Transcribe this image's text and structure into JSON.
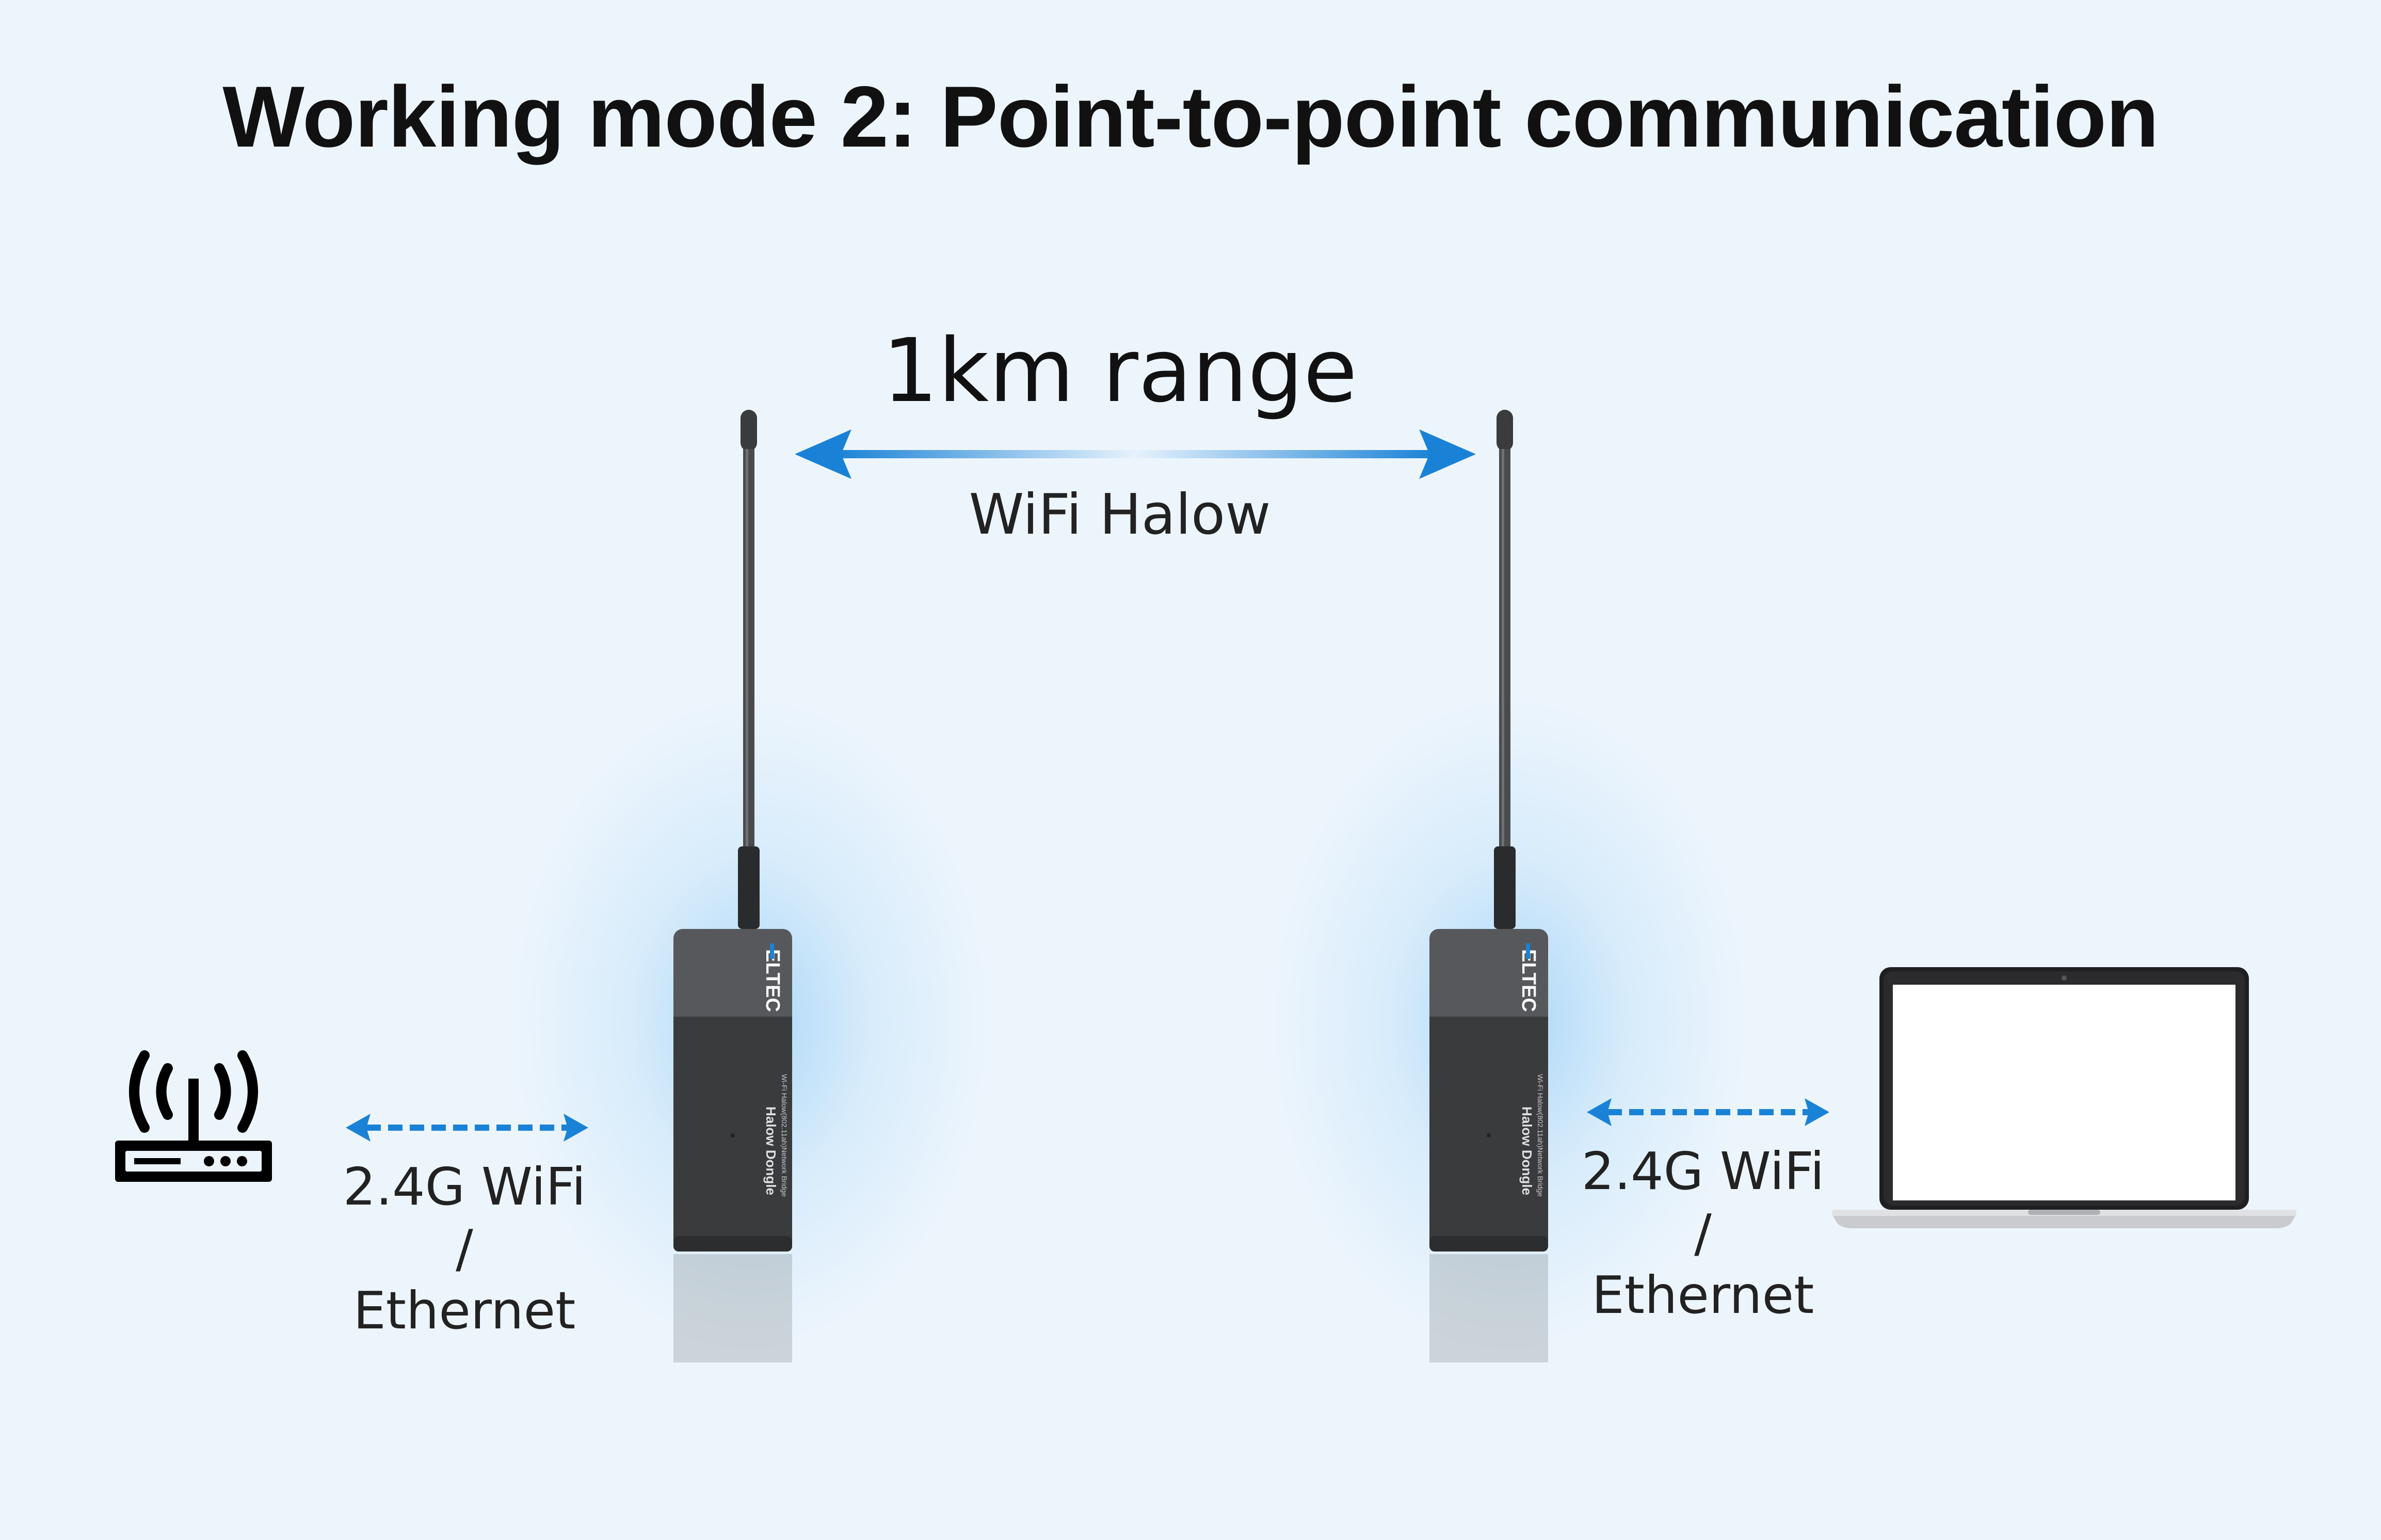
{
  "title": "Working mode 2: Point-to-point communication",
  "link_range": "1km range",
  "link_protocol": "WiFi Halow",
  "left_connection": {
    "line1": "2.4G WiFi",
    "line2": "/",
    "line3": "Ethernet"
  },
  "right_connection": {
    "line1": "2.4G WiFi",
    "line2": "/",
    "line3": "Ethernet"
  },
  "device": {
    "brand": "ELTEC",
    "name": "Halow Dongle",
    "subtitle": "Wi-Fi Halow(802.11ah)Network Bridge"
  },
  "icons": {
    "router": "router-icon",
    "laptop": "laptop-icon",
    "antenna": "antenna-icon"
  },
  "colors": {
    "arrow_blue": "#1a82d6",
    "device_body": "#3a3b3d",
    "background": "#edf5fc"
  }
}
